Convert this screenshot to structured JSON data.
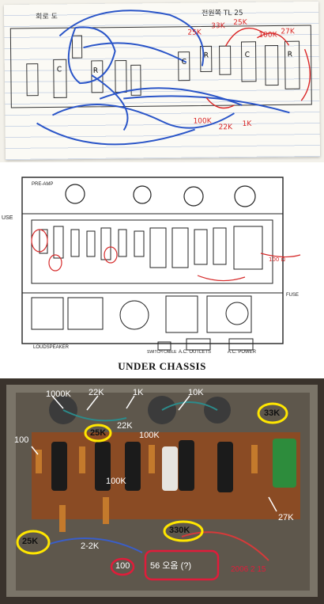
{
  "sketch": {
    "header_left": "회로 도",
    "header_right": "전원쪽 TL 25",
    "labels": [
      "C",
      "R",
      "C",
      "R",
      "C",
      "R"
    ]
  },
  "diagram": {
    "caption": "UNDER CHASSIS",
    "left_label": "USE",
    "preamp": "PRE-AMP",
    "fuse": "FUSE",
    "loudspeaker": "LOUDSPEAKER",
    "switch": "SWITCH CABLE",
    "ac_outlets": "A.C. OUTLETS",
    "ac_power": "A.C. POWER",
    "red_note": "100 Ω"
  },
  "photo": {
    "labels": {
      "r1000k": "1000K",
      "r22k_top": "22K",
      "r1k": "1K",
      "r10k": "10K",
      "r33k": "33K",
      "r25k_top": "25K",
      "r22k_mid": "22K",
      "r100k_top": "100K",
      "r100_left": "100",
      "r100k_mid": "100K",
      "r330k": "330K",
      "r27k": "27K",
      "r25k_bot": "25K",
      "r2_2k": "2-2K",
      "r100_bot": "100",
      "note": "56 오옴 (?)",
      "date": "2006 2 15"
    },
    "colors": {
      "yellow": "#ffe600",
      "red": "#e01c3a",
      "white": "#ffffff"
    }
  }
}
